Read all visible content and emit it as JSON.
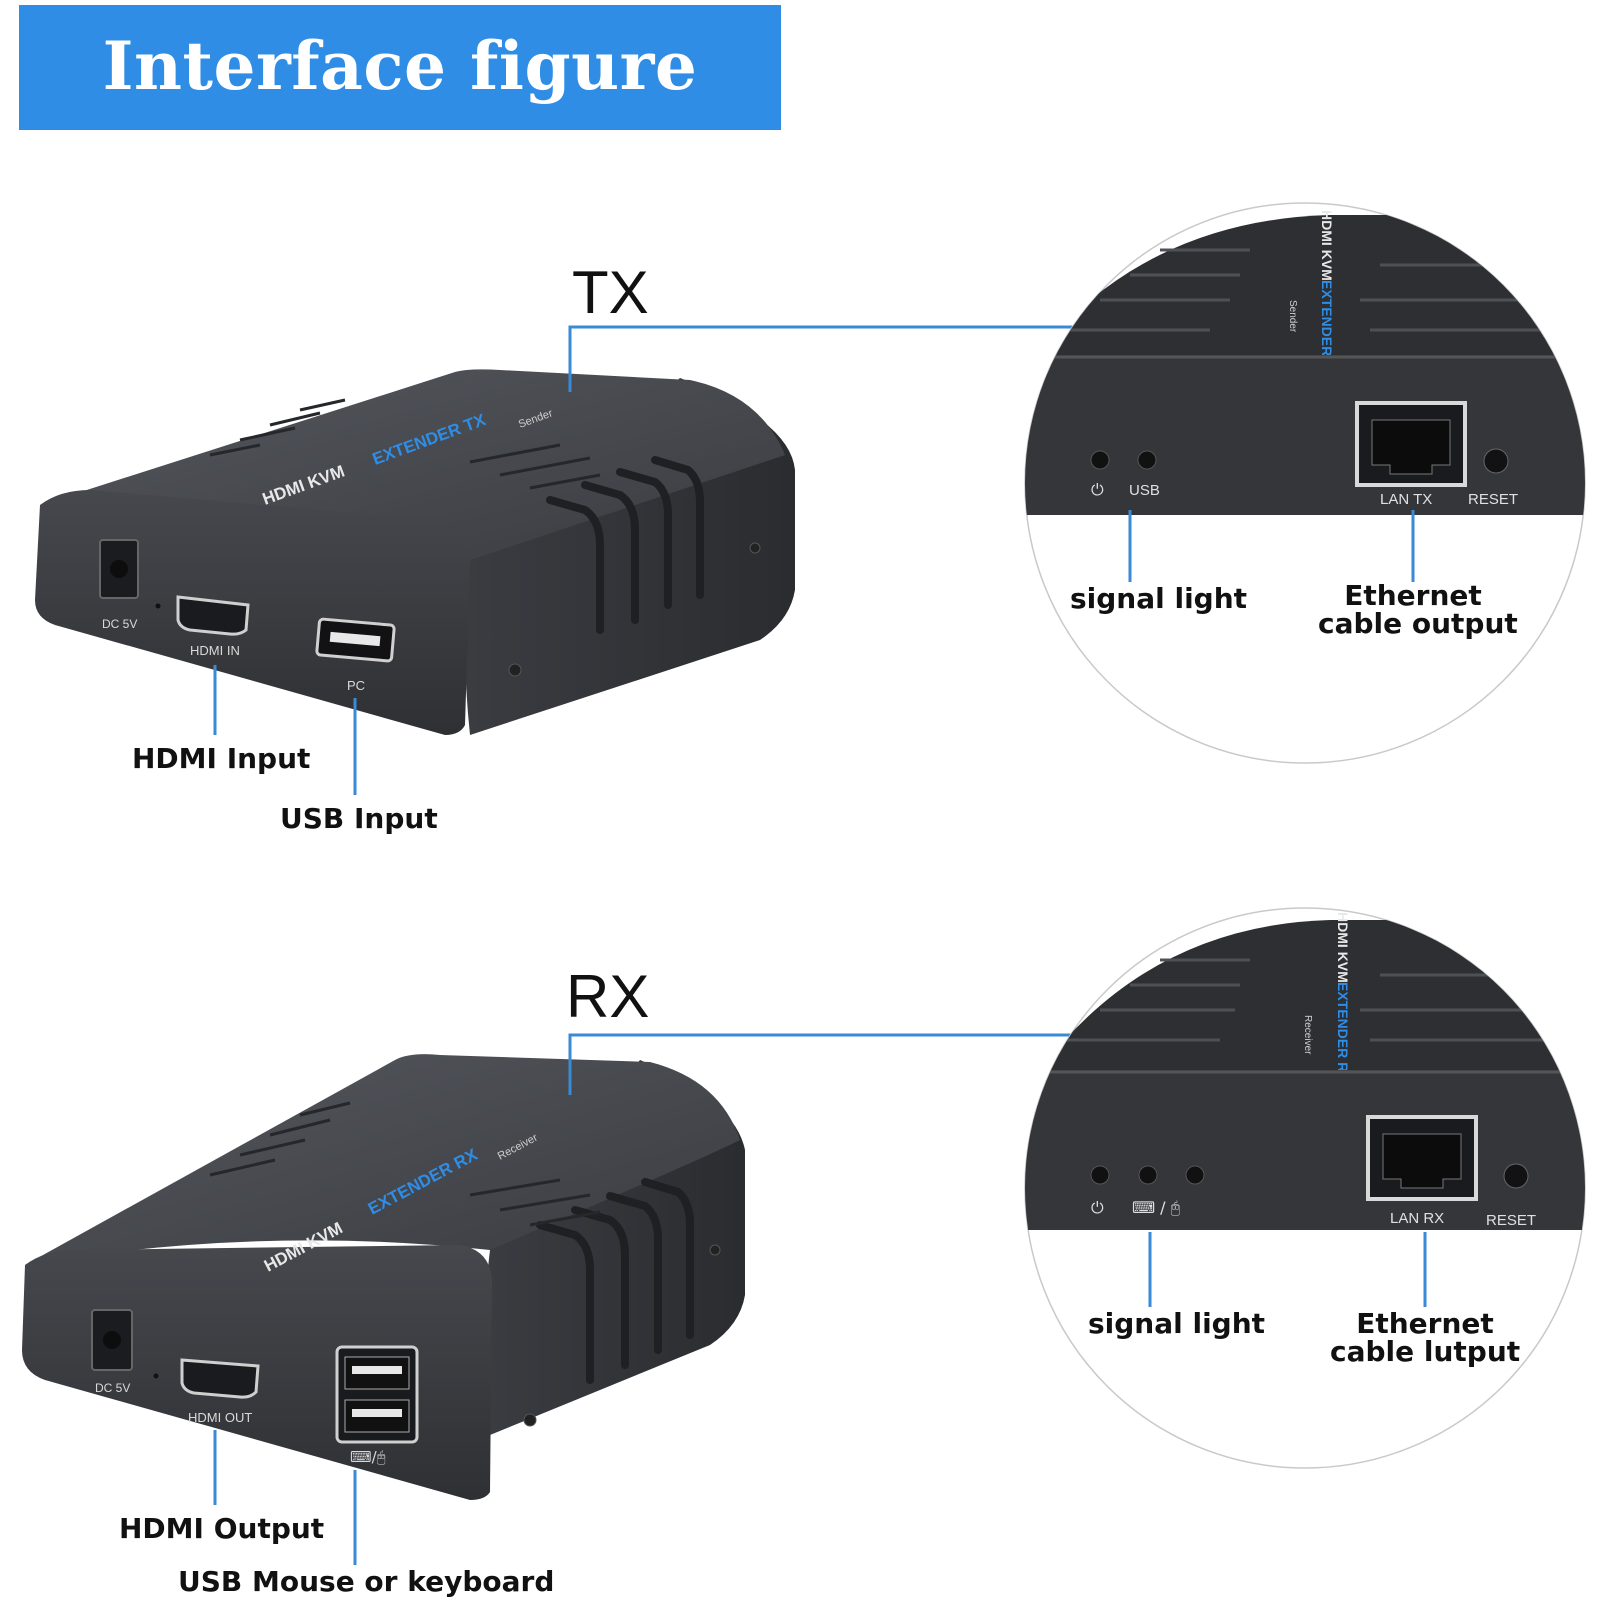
{
  "header": {
    "title": "Interface figure"
  },
  "tx": {
    "label": "TX",
    "device": {
      "port_dc": "DC 5V",
      "port_hdmi": "HDMI IN",
      "port_usb": "PC",
      "brand": "HDMI KVM",
      "brand_accent": "EXTENDER TX",
      "role": "Sender"
    },
    "callouts": {
      "hdmi": "HDMI Input",
      "usb": "USB Input"
    },
    "zoom": {
      "led_usb": "USB",
      "port_lan": "LAN TX",
      "button_reset": "RESET",
      "callout_signal": "signal light",
      "callout_ethernet_1": "Ethernet",
      "callout_ethernet_2": "cable output"
    }
  },
  "rx": {
    "label": "RX",
    "device": {
      "port_dc": "DC 5V",
      "port_hdmi": "HDMI OUT",
      "brand": "HDMI KVM",
      "brand_accent": "EXTENDER RX",
      "role": "Receiver"
    },
    "callouts": {
      "hdmi": "HDMI Output",
      "usb": "USB Mouse or keyboard"
    },
    "zoom": {
      "port_lan": "LAN RX",
      "button_reset": "RESET",
      "callout_signal": "signal light",
      "callout_ethernet_1": "Ethernet",
      "callout_ethernet_2": "cable lutput"
    }
  },
  "colors": {
    "accent": "#2f8de6",
    "device_body": "#3e4045",
    "leader_line": "#3a8ad6"
  }
}
